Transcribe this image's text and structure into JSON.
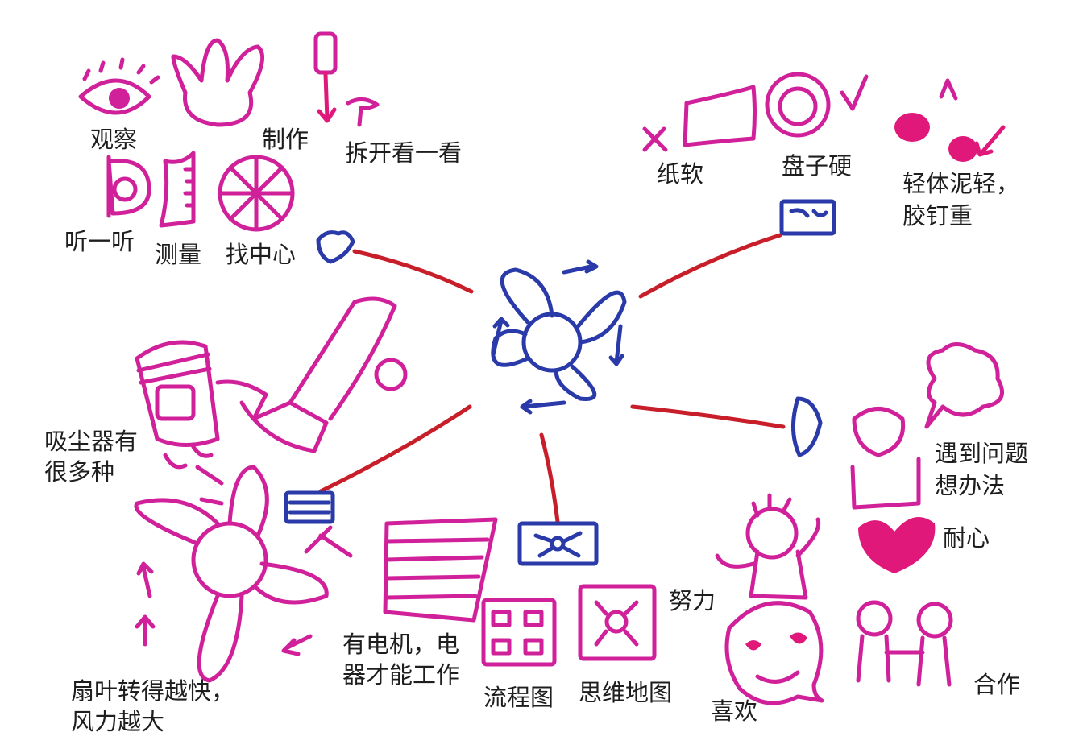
{
  "colors": {
    "pink": "#d0209a",
    "magenta": "#e0187a",
    "blue": "#2a3aa8",
    "red": "#c81e2a",
    "text": "#1e1e1e"
  },
  "labels": {
    "observe": "观察",
    "make": "制作",
    "disassemble": "拆开看一看",
    "listen": "听一听",
    "measure": "测量",
    "find_center": "找中心",
    "paper_soft": "纸软",
    "plate_hard": "盘子硬",
    "light_heavy_line1": "轻体泥轻，",
    "light_heavy_line2": "胶钉重",
    "vacuum_line1": "吸尘器有",
    "vacuum_line2": "很多种",
    "problem_line1": "遇到问题",
    "problem_line2": "想办法",
    "patience": "耐心",
    "effort": "努力",
    "fan_line1": "扇叶转得越快，",
    "fan_line2": "风力越大",
    "motor_line1": "有电机，电",
    "motor_line2": "器才能工作",
    "flowchart": "流程图",
    "mindmap": "思维地图",
    "like": "喜欢",
    "cooperate": "合作"
  },
  "icons": [
    "eye-icon",
    "hand-icon",
    "screwdriver-icon",
    "ear-icon",
    "ruler-icon",
    "wheel-icon",
    "blue-hand-icon",
    "cross-mark-icon",
    "square-icon",
    "circle-icon",
    "check-mark-icon",
    "clay-icon",
    "blue-board-icon",
    "center-fan-icon",
    "vacuum-icon",
    "big-fan-icon",
    "battery-icon",
    "motor-icon",
    "flowchart-icon",
    "mindmap-icon",
    "blue-face-icon",
    "thinking-child-icon",
    "cheering-child-icon",
    "heart-icon",
    "happy-face-icon",
    "two-children-icon"
  ]
}
